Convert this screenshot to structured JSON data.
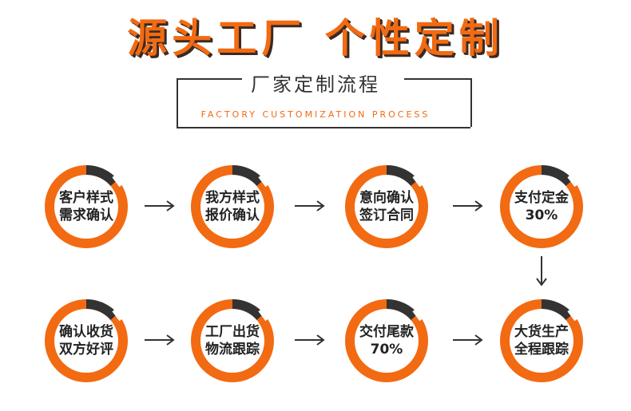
{
  "header": {
    "headline": "源头工厂 个性定制",
    "subtitle": "厂家定制流程",
    "subtitle_en": "FACTORY CUSTOMIZATION PROCESS"
  },
  "colors": {
    "accent": "#f26a12",
    "dark": "#333333"
  },
  "steps": [
    {
      "line1": "客户样式",
      "line2": "需求确认"
    },
    {
      "line1": "我方样式",
      "line2": "报价确认"
    },
    {
      "line1": "意向确认",
      "line2": "签订合同"
    },
    {
      "line1": "支付定金",
      "line2": "30%"
    },
    {
      "line1": "确认收货",
      "line2": "双方好评"
    },
    {
      "line1": "工厂出货",
      "line2": "物流跟踪"
    },
    {
      "line1": "交付尾款",
      "line2": "70%"
    },
    {
      "line1": "大货生产",
      "line2": "全程跟踪"
    }
  ]
}
